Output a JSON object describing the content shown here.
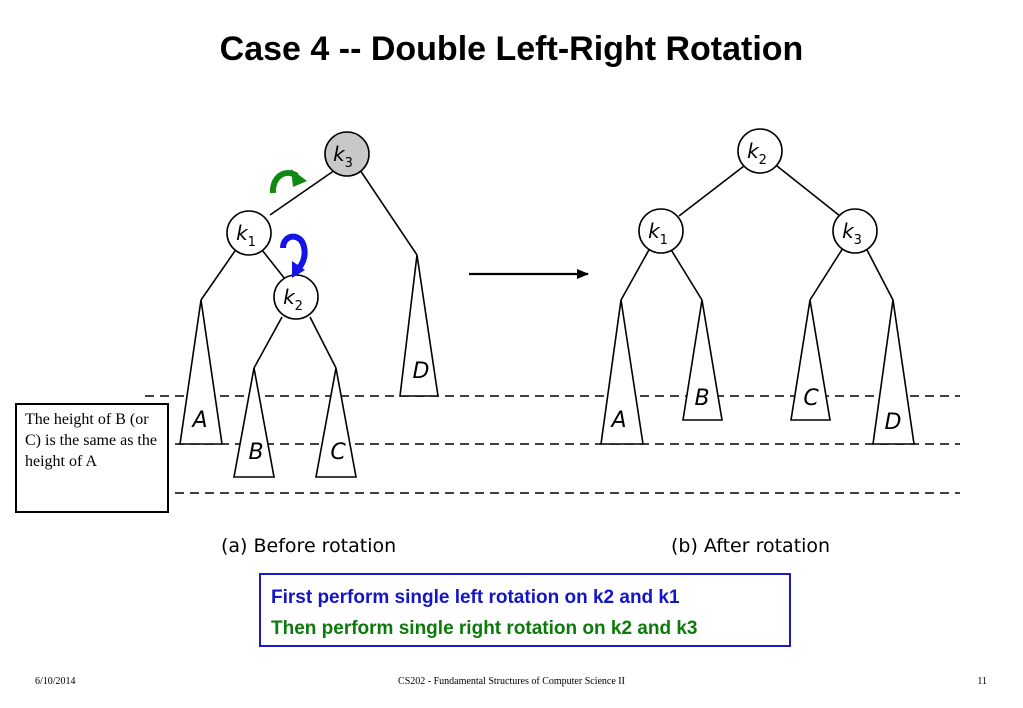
{
  "title": "Case 4 -- Double Left-Right Rotation",
  "before": {
    "caption": "(a) Before rotation",
    "nodes": [
      {
        "letter": "k",
        "sub": "3"
      },
      {
        "letter": "k",
        "sub": "1"
      },
      {
        "letter": "k",
        "sub": "2"
      }
    ],
    "subtrees": [
      "A",
      "B",
      "C",
      "D"
    ]
  },
  "after": {
    "caption": "(b) After rotation",
    "nodes": [
      {
        "letter": "k",
        "sub": "2"
      },
      {
        "letter": "k",
        "sub": "1"
      },
      {
        "letter": "k",
        "sub": "3"
      }
    ],
    "subtrees": [
      "A",
      "B",
      "C",
      "D"
    ]
  },
  "note": "The height of B (or C) is the same as the height of A",
  "instructions": {
    "line1": "First perform single left rotation on k2 and k1",
    "line2": "Then perform single right rotation on k2 and k3"
  },
  "colors": {
    "highlight_node": "#c8c8c8",
    "blue_arrow": "#1414e6",
    "green_arrow": "#118811",
    "instruction_blue": "#1515c8",
    "instruction_green": "#0b7a0b"
  },
  "footer": {
    "date": "6/10/2014",
    "course": "CS202 - Fundamental Structures of Computer Science II",
    "page": "11"
  }
}
